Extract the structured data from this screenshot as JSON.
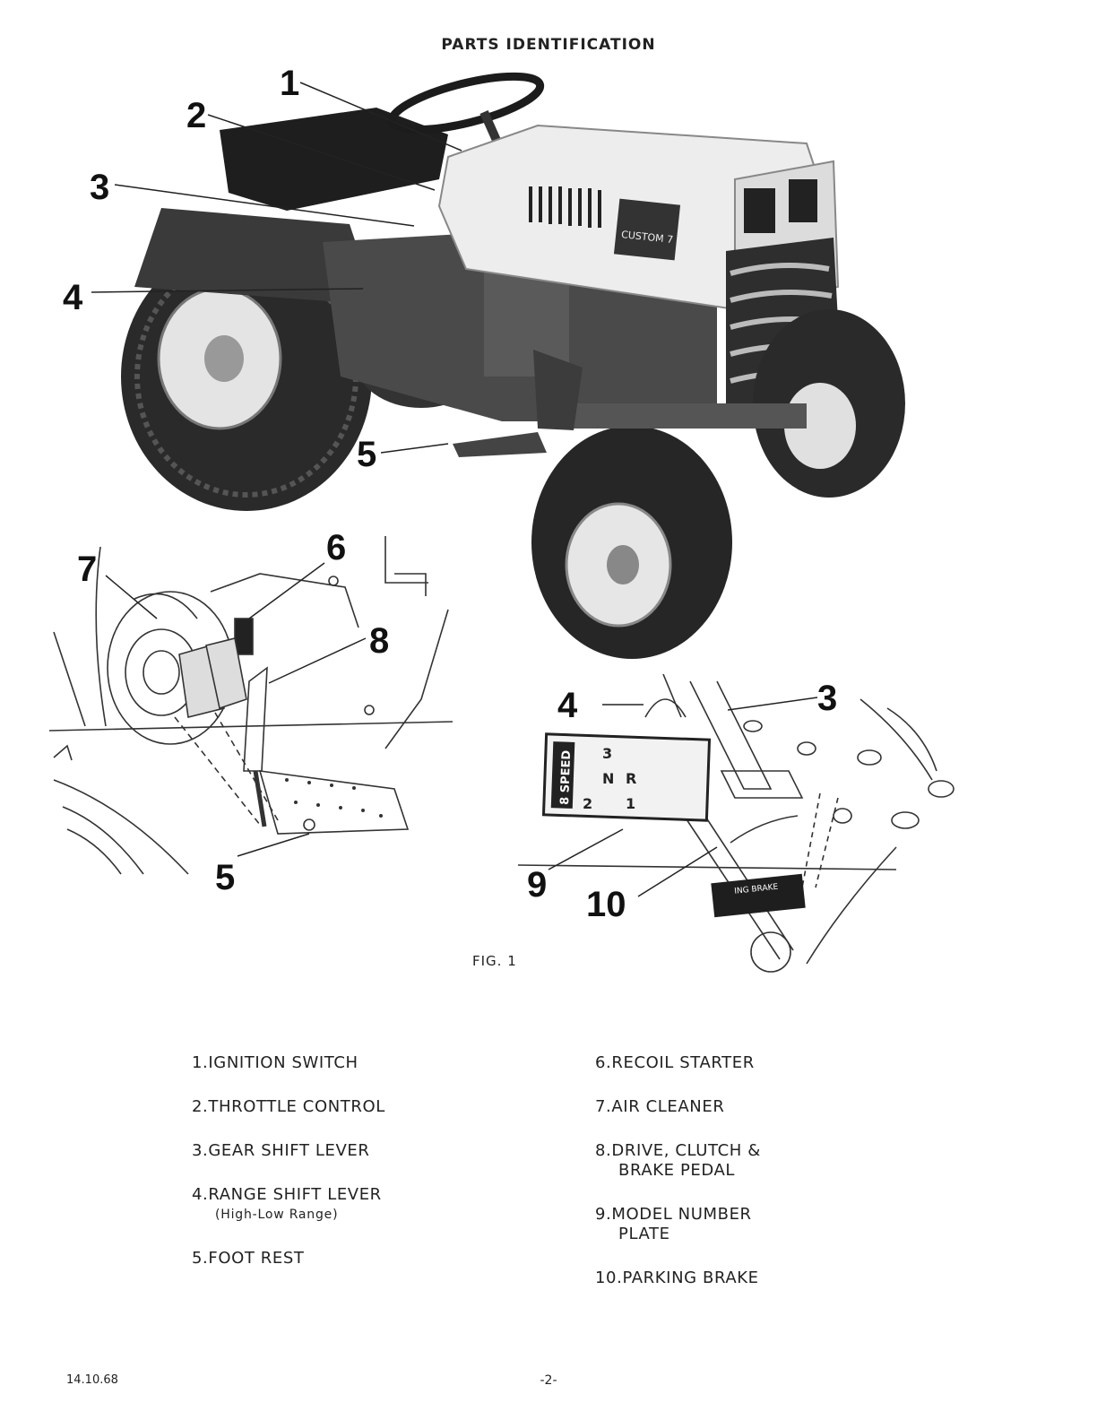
{
  "header": {
    "title": "PARTS IDENTIFICATION"
  },
  "figure": {
    "caption": "FIG. 1",
    "tractor_callouts": [
      "1",
      "2",
      "3",
      "4",
      "5"
    ],
    "pedal_callouts": [
      "7",
      "6",
      "8",
      "5"
    ],
    "lever_callouts": [
      "4",
      "3",
      "9",
      "10"
    ],
    "hood_badge": "CUSTOM 7",
    "shift_plate": {
      "title": "8 SPEED",
      "gears": [
        "3",
        "N",
        "R",
        "2",
        "1"
      ]
    },
    "brake_label": "ING BRAKE"
  },
  "legend": {
    "left": [
      {
        "num": "1.",
        "label": "IGNITION SWITCH"
      },
      {
        "num": "2.",
        "label": "THROTTLE CONTROL"
      },
      {
        "num": "3.",
        "label": "GEAR SHIFT LEVER"
      },
      {
        "num": "4.",
        "label": "RANGE SHIFT LEVER",
        "sub": "(High-Low Range)"
      },
      {
        "num": "5.",
        "label": "FOOT REST"
      }
    ],
    "right": [
      {
        "num": "6.",
        "label": "RECOIL STARTER"
      },
      {
        "num": "7.",
        "label": "AIR CLEANER"
      },
      {
        "num": "8.",
        "label": "DRIVE, CLUTCH &",
        "cont": "BRAKE PEDAL"
      },
      {
        "num": "9.",
        "label": "MODEL NUMBER",
        "cont": "PLATE"
      },
      {
        "num": "10.",
        "label": "PARKING BRAKE"
      }
    ]
  },
  "footer": {
    "code": "14.10.68",
    "page": "-2-"
  }
}
